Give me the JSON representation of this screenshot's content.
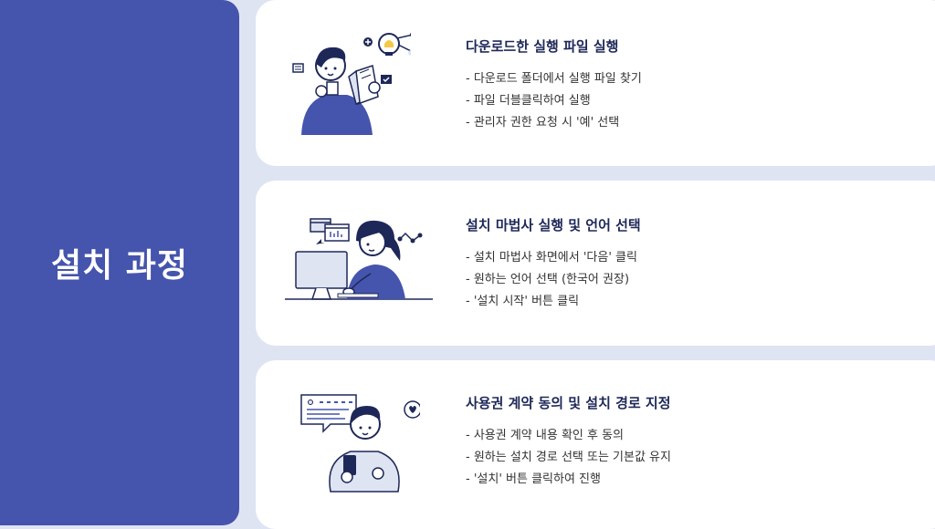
{
  "sidebar": {
    "title": "설치 과정"
  },
  "steps": [
    {
      "title": "다운로드한 실행 파일 실행",
      "bullets": [
        "- 다운로드 폴더에서 실행 파일 찾기",
        "- 파일 더블클릭하여 실행",
        "- 관리자 권한 요청 시 '예' 선택"
      ],
      "illustration": "person-reading-document-with-lightbulb"
    },
    {
      "title": "설치 마법사 실행 및 언어 선택",
      "bullets": [
        "- 설치 마법사 화면에서 '다음' 클릭",
        "- 원하는 언어 선택 (한국어 권장)",
        "- '설치 시작' 버튼 클릭"
      ],
      "illustration": "person-using-computer"
    },
    {
      "title": "사용권 계약 동의 및 설치 경로 지정",
      "bullets": [
        "- 사용권 계약 내용 확인 후 동의",
        "- 원하는 설치 경로 선택 또는 기본값 유지",
        "- '설치' 버튼 클릭하여 진행"
      ],
      "illustration": "person-holding-phone-with-review"
    }
  ],
  "colors": {
    "accent": "#4554ac",
    "background": "#dfe4f3",
    "card": "#ffffff",
    "title_text": "#1e2858"
  }
}
